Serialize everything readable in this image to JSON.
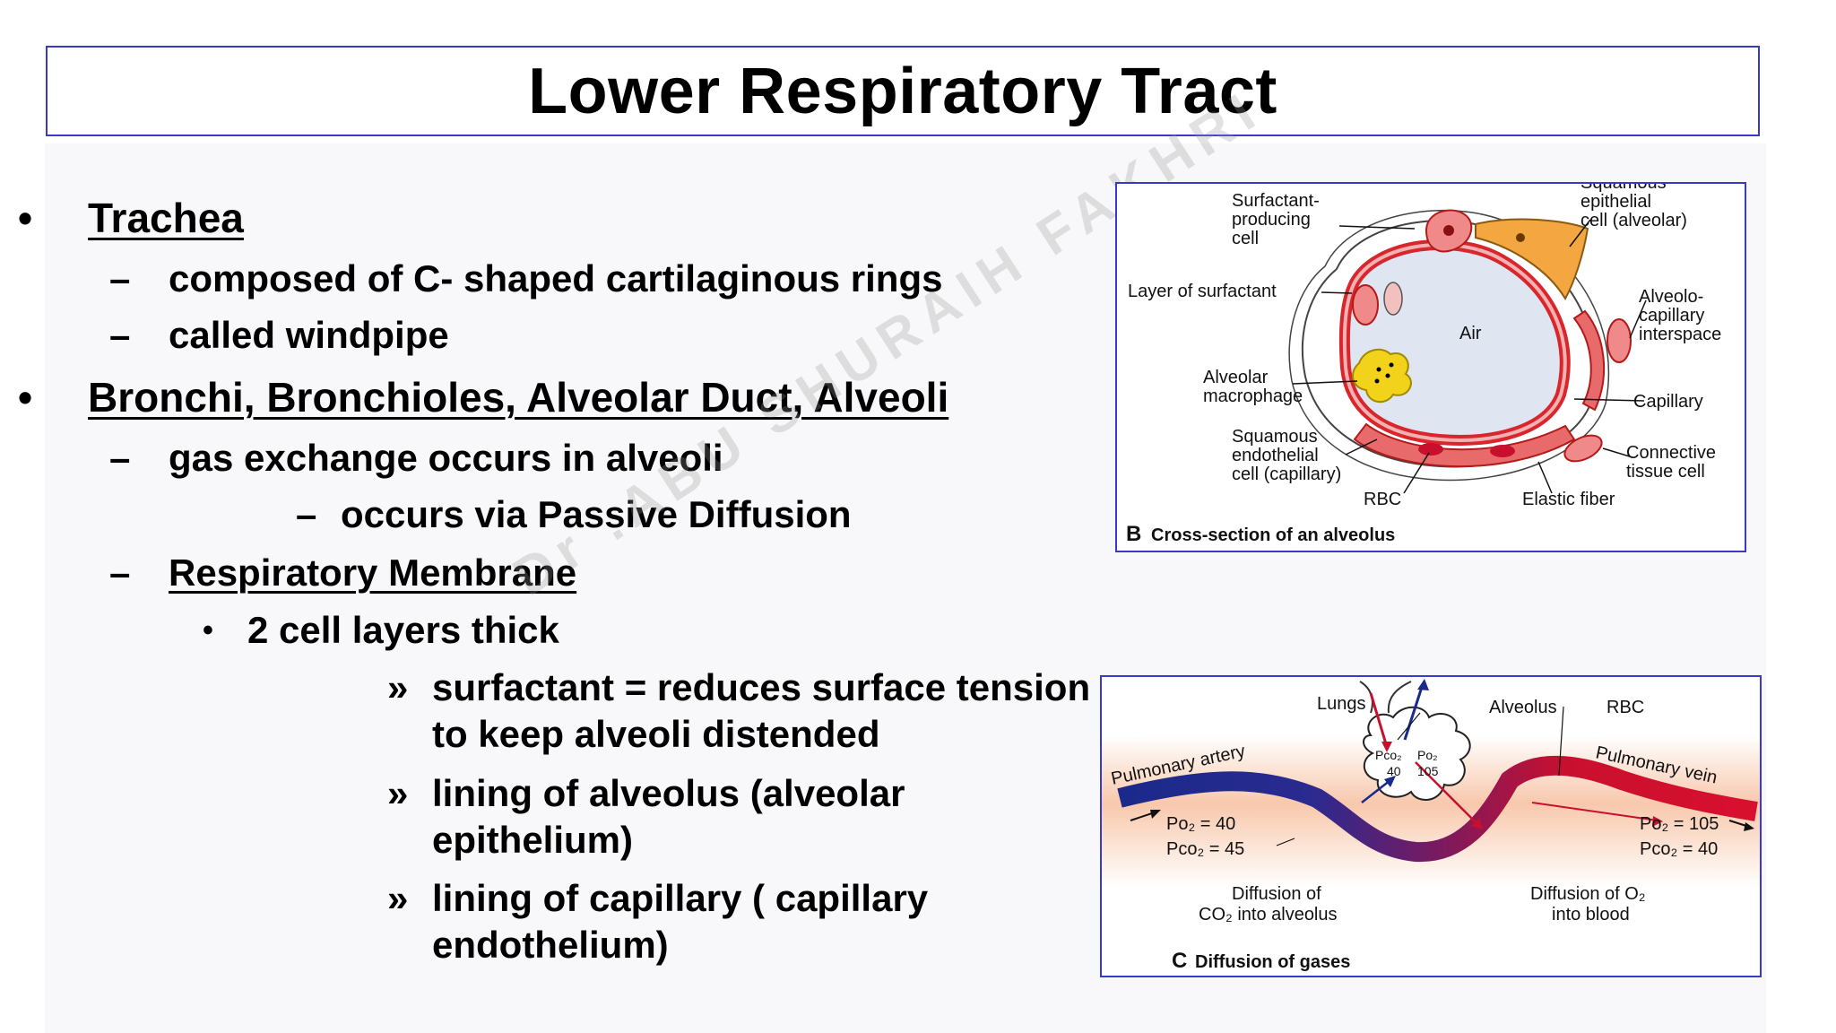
{
  "title": "Lower Respiratory Tract",
  "bullets": {
    "trachea": {
      "marker": "•",
      "label": "Trachea",
      "items": [
        {
          "marker": "–",
          "text": "composed of C- shaped cartilaginous rings"
        },
        {
          "marker": "–",
          "text": "called windpipe"
        }
      ]
    },
    "bronchi": {
      "marker": "•",
      "label": "Bronchi, Bronchioles, Alveolar Duct, Alveoli",
      "gas_exchange": {
        "marker": "–",
        "text": "gas exchange occurs in alveoli"
      },
      "diffusion": {
        "marker": "–",
        "text": "occurs via Passive Diffusion"
      },
      "membrane": {
        "marker": "–",
        "text": "Respiratory Membrane"
      },
      "layers": {
        "marker": "•",
        "text": "2 cell layers thick"
      },
      "details": [
        {
          "marker": "»",
          "line1": "surfactant = reduces surface tension",
          "line2": "to keep alveoli distended"
        },
        {
          "marker": "»",
          "line1": "lining of alveolus (alveolar",
          "line2": "epithelium)"
        },
        {
          "marker": "»",
          "line1": "lining of capillary ( capillary",
          "line2": "endothelium)"
        }
      ]
    }
  },
  "watermark": "Dr .ABU SHURAIH FAKHRI",
  "figure_b": {
    "caption_letter": "B",
    "caption": "Cross-section of an alveolus",
    "labels": {
      "surfactant_producing": [
        "Surfactant-",
        "producing",
        "cell"
      ],
      "squamous_epithelial": [
        "Squamous",
        "epithelial",
        "cell (alveolar)"
      ],
      "layer_surfactant": "Layer of surfactant",
      "air": "Air",
      "alveolo_capillary": [
        "Alveolo-",
        "capillary",
        "interspace"
      ],
      "alveolar_macrophage": [
        "Alveolar",
        "macrophage"
      ],
      "capillary": "Capillary",
      "squamous_endothelial": [
        "Squamous",
        "endothelial",
        "cell (capillary)"
      ],
      "connective": [
        "Connective",
        "tissue cell"
      ],
      "rbc": "RBC",
      "elastic": "Elastic fiber"
    }
  },
  "figure_c": {
    "caption_letter": "C",
    "caption": "Diffusion of gases",
    "labels": {
      "lungs": "Lungs",
      "alveolus": "Alveolus",
      "rbc": "RBC",
      "pulmonary_artery": "Pulmonary artery",
      "pulmonary_vein": "Pulmonary vein",
      "pco2_in": "Pco₂",
      "pco2_in_val": "40",
      "po2_in": "Po₂",
      "po2_in_val": "105",
      "left_po2": "Po₂ = 40",
      "left_pco2": "Pco₂ = 45",
      "right_po2": "Po₂ = 105",
      "right_pco2": "Pco₂ = 40",
      "diff_co2": [
        "Diffusion of",
        "CO₂ into alveolus"
      ],
      "diff_o2": [
        "Diffusion of O₂",
        "into blood"
      ]
    }
  },
  "colors": {
    "frame": "#3a3ac8",
    "tissue": "#e86a6a",
    "surfactant_cell": "#f08a8a",
    "epithelial_cell": "#f4a640",
    "macrophage": "#f2d21a",
    "artery": "#1a2a8a",
    "vein": "#c8102e"
  }
}
